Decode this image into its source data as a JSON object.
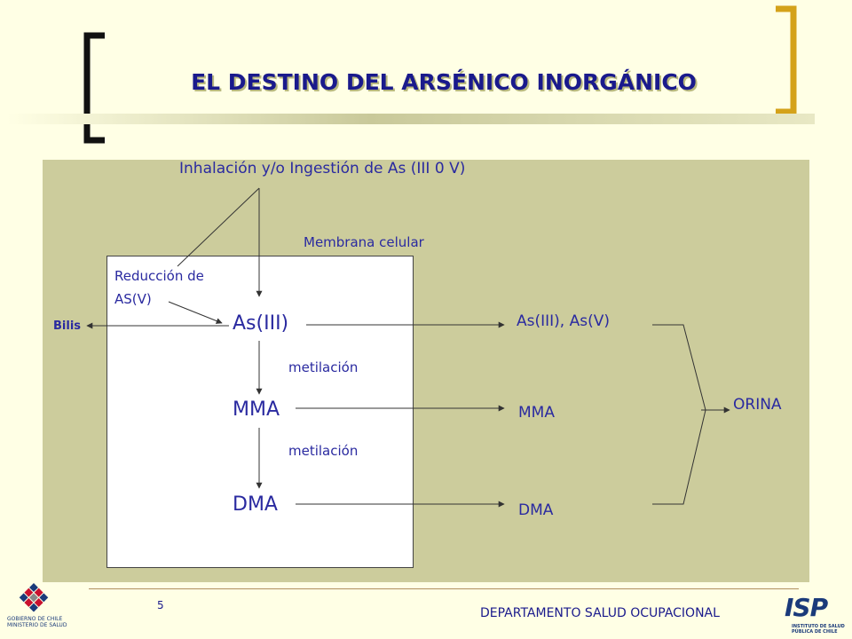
{
  "title": "EL DESTINO DEL ARSÉNICO INORGÁNICO",
  "diagram": {
    "intake": "Inhalación y/o Ingestión de As (III 0 V)",
    "membrane": "Membrana celular",
    "reduction_line1": "Reducción de",
    "reduction_line2": "AS(V)",
    "bile": "Bilis",
    "as3": "As(III)",
    "methylation1": "metilación",
    "mma": "MMA",
    "methylation2": "metilación",
    "dma": "DMA",
    "out_as": "As(III), As(V)",
    "out_mma": "MMA",
    "out_dma": "DMA",
    "urine": "ORINA"
  },
  "footer": {
    "page_number": "5",
    "department": "DEPARTAMENTO SALUD OCUPACIONAL",
    "gov_logo_line1": "GOBIERNO DE CHILE",
    "gov_logo_line2": "MINISTERIO DE SALUD",
    "isp_logo": "ISP",
    "isp_line1": "INSTITUTO DE SALUD",
    "isp_line2": "PÚBLICA DE CHILE"
  },
  "colors": {
    "background": "#ffffe5",
    "panel": "#cccc9c",
    "text": "#2a2aa0",
    "bracket": "#d4a21a"
  }
}
